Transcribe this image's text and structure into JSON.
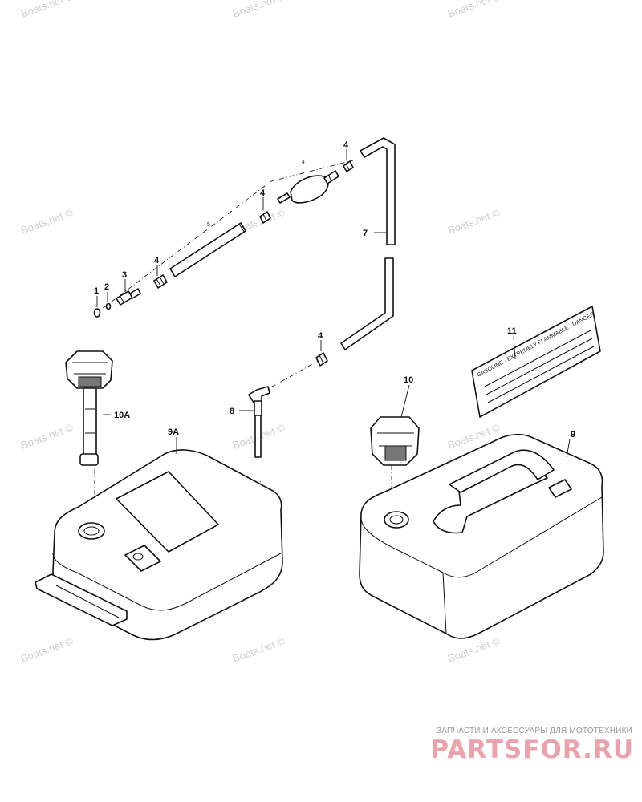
{
  "watermark": "Boats.net ©",
  "callouts": {
    "c1": "1",
    "c2": "2",
    "c3": "3",
    "c4a": "4",
    "c4b": "4",
    "c4c": "4",
    "c4d": "4",
    "c4_small": "4",
    "c5_small": "5",
    "c7": "7",
    "c8": "8",
    "c9": "9",
    "c9a": "9A",
    "c10": "10",
    "c10a": "10A",
    "c11": "11"
  },
  "decal": {
    "text": "GASOLINE · EXTREMELY FLAMMABLE · DANGER"
  },
  "branding": {
    "tagline": "ЗАПЧАСТИ И АКСЕССУАРЫ ДЛЯ МОТОТЕХНИКИ",
    "logo_text": "PARTSFOR.RU"
  },
  "colors": {
    "line": "#111111",
    "watermark": "#cfcfcf",
    "logo": "#e8a3ad",
    "tagline": "#9a9a9a"
  }
}
